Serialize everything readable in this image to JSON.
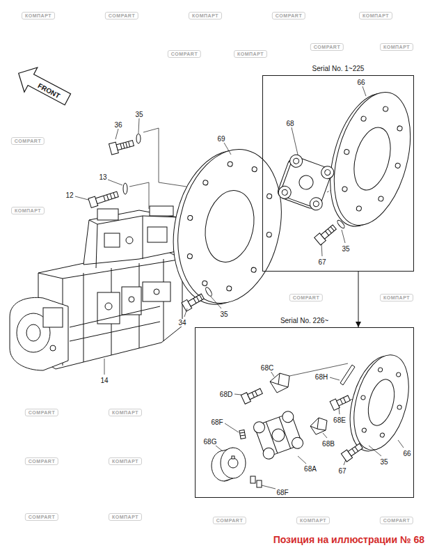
{
  "diagram": {
    "caption": "Позиция на иллюстрации № 68",
    "nodes": [
      {
        "text": [
          "Serial No. 1~225"
        ]
      },
      {
        "text": [
          "Serial No. 226~"
        ]
      }
    ],
    "edges": [
      {
        "from": 0,
        "to": 1,
        "arrow": "to"
      }
    ],
    "labels": [
      "FRONT",
      "36",
      "35",
      "13",
      "12",
      "69",
      "14",
      "34",
      "35",
      "66",
      "68",
      "67",
      "35",
      "68C",
      "68H",
      "68D",
      "68E",
      "68F",
      "68G",
      "68B",
      "68A",
      "67",
      "35",
      "66",
      "68F",
      "КОМПАРТ",
      "COMPART",
      "КОМПАРТ",
      "COMPART",
      "КОМПАРТ",
      "COMPART",
      "КОМПАРТ",
      "COMPART",
      "КОМПАРТ",
      "COMPART",
      "КОМПАРТ",
      "COMPART",
      "КОМПАРТ",
      "COMPART",
      "КОМПАРТ",
      "COMPART",
      "КОМПАРТ",
      "COMPART",
      "КОМПАРТ",
      "COMPART",
      "КОМПАРТ",
      "COMPART"
    ]
  }
}
